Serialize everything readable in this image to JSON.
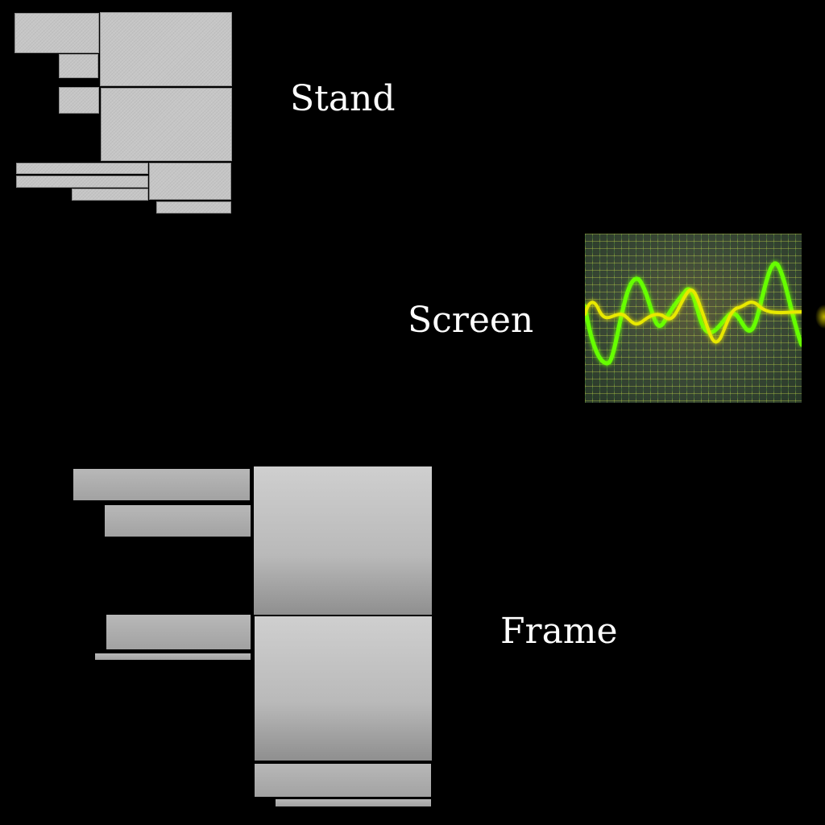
{
  "labels": {
    "stand": "Stand",
    "screen": "Screen",
    "frame": "Frame"
  },
  "colors": {
    "background": "#000000",
    "label_text": "#ffffff",
    "stand_texture": "#c6c6c6",
    "frame_texture": "#b9b9b9",
    "screen_grid_green": "#2f8a2f",
    "screen_grid_yellow": "#c8c83a",
    "wave_green": "#66ff00",
    "wave_yellow": "#e8e800"
  }
}
